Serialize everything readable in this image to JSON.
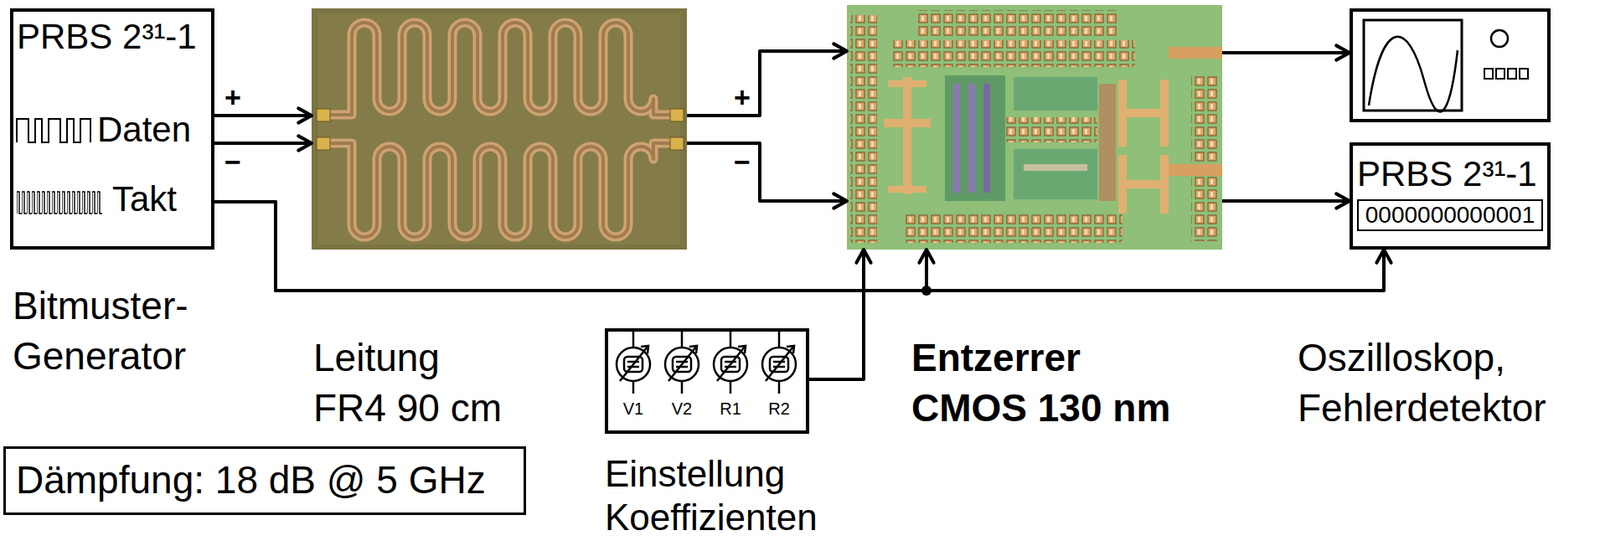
{
  "diagram": {
    "nodes": [
      {
        "text": [
          "PRBS 2³¹-1",
          "Daten",
          "Takt",
          "Bitmuster- Generator"
        ]
      },
      {
        "text": [
          "Leitung FR4 90 cm"
        ]
      },
      {
        "text": [
          "Entzerrer CMOS 130 nm"
        ]
      },
      {
        "text": [
          "Oszilloskop,"
        ]
      },
      {
        "text": [
          "PRBS 2³¹-1",
          "Fehlerdetektor"
        ]
      },
      {
        "text": [
          "0000000000001"
        ],
        "in": 4
      },
      {
        "text": [
          "V1",
          "V2",
          "R1",
          "R2",
          "Einstellung Koeffizienten"
        ]
      },
      {
        "text": [
          "Dämpfung: 18 dB @ 5 GHz"
        ]
      }
    ],
    "edges": [
      {
        "from": 0,
        "to": 1,
        "arrow": "to",
        "label": "+"
      },
      {
        "from": 0,
        "to": 1,
        "arrow": "to",
        "label": "−"
      },
      {
        "from": 1,
        "to": 2,
        "arrow": "to",
        "label": "+"
      },
      {
        "from": 1,
        "to": 2,
        "arrow": "to",
        "label": "−"
      },
      {
        "from": 0,
        "to": 2,
        "arrow": "to"
      },
      {
        "from": 0,
        "to": 4,
        "arrow": "to"
      },
      {
        "from": 6,
        "to": 2,
        "arrow": "to"
      },
      {
        "from": 2,
        "to": 3,
        "arrow": "to"
      },
      {
        "from": 2,
        "to": 4,
        "arrow": "to"
      }
    ]
  }
}
